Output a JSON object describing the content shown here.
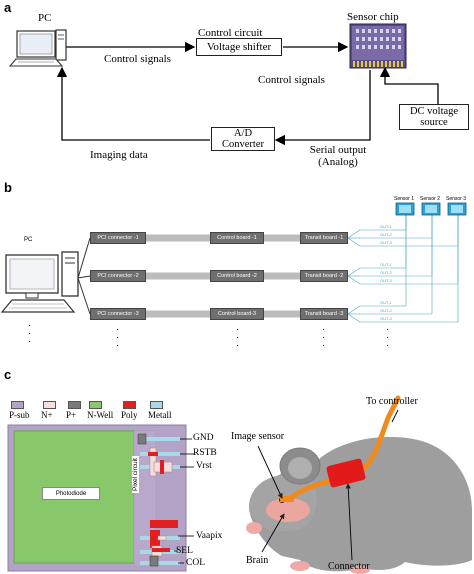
{
  "panel_a": {
    "letter": "a",
    "pc_label": "PC",
    "control_circuit": "Control circuit",
    "voltage_shifter": "Voltage shifter",
    "sensor_chip": "Sensor chip",
    "control_signals_1": "Control signals",
    "control_signals_2": "Control signals",
    "dc_voltage_source": "DC voltage source",
    "ad_converter": "A/D Converter",
    "imaging_data": "Imaging data",
    "serial_output": "Serial output (Analog)"
  },
  "panel_b": {
    "letter": "b",
    "pc_label": "PC",
    "rows": [
      {
        "pci": "PCI connector -1",
        "control": "Control board -1",
        "transit": "Transit board -1"
      },
      {
        "pci": "PCI connector -2",
        "control": "Control board -2",
        "transit": "Transit board -2"
      },
      {
        "pci": "PCI connector -3",
        "control": "Control board-3",
        "transit": "Transit board -3"
      }
    ],
    "sensors": [
      "Sensor 1",
      "Sensor 2",
      "Sensor 3"
    ],
    "out_labels": [
      "OUT-1",
      "OUT-2",
      "OUT-3"
    ],
    "ellipsis": "."
  },
  "panel_c": {
    "letter": "c",
    "legend": [
      {
        "label": "P-sub",
        "color": "#b3a3c7"
      },
      {
        "label": "N+",
        "color": "#f6dede"
      },
      {
        "label": "P+",
        "color": "#7a7a7a"
      },
      {
        "label": "N-Well",
        "color": "#88c86a"
      },
      {
        "label": "Poly",
        "color": "#e02020"
      },
      {
        "label": "Metall",
        "color": "#a9d8e8"
      }
    ],
    "photodiode": "Photodiode",
    "pixel_circuit": "Pixel circuit",
    "signals": [
      "GND",
      "RSTB",
      "Vrst",
      "Vaapix",
      "SEL",
      "COL"
    ],
    "to_controller": "To controller",
    "image_sensor": "Image sensor",
    "brain": "Brain",
    "connector": "Connector"
  }
}
